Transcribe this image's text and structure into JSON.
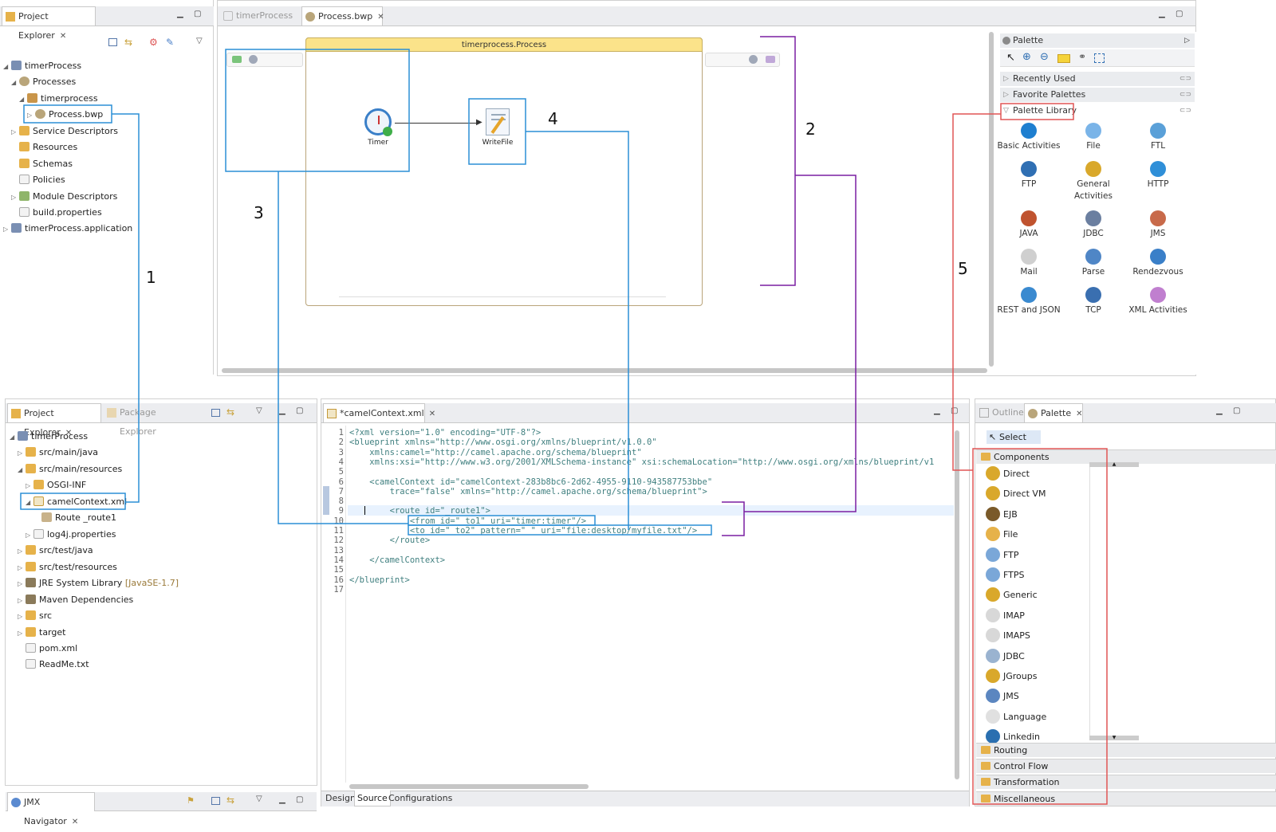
{
  "top_left": {
    "tab_title": "Project Explorer",
    "tree": [
      {
        "label": "timerProcess"
      },
      {
        "label": "Processes"
      },
      {
        "label": "timerprocess"
      },
      {
        "label": "Process.bwp"
      },
      {
        "label": "Service Descriptors"
      },
      {
        "label": "Resources"
      },
      {
        "label": "Schemas"
      },
      {
        "label": "Policies"
      },
      {
        "label": "Module Descriptors"
      },
      {
        "label": "build.properties"
      },
      {
        "label": "timerProcess.application"
      }
    ]
  },
  "top_editor": {
    "tabs": [
      {
        "label": "timerProcess"
      },
      {
        "label": "Process.bwp"
      }
    ],
    "process_title": "timerprocess.Process",
    "activities": [
      {
        "label": "Timer"
      },
      {
        "label": "WriteFile"
      }
    ]
  },
  "top_palette": {
    "title": "Palette",
    "drawers": [
      {
        "label": "Recently Used"
      },
      {
        "label": "Favorite Palettes"
      },
      {
        "label": "Palette Library"
      }
    ],
    "items": [
      {
        "label": "Basic Activities",
        "color": "#1e7fd0"
      },
      {
        "label": "File",
        "color": "#7ab4e8"
      },
      {
        "label": "FTL",
        "color": "#5aa0d8"
      },
      {
        "label": "FTP",
        "color": "#2f6fb3"
      },
      {
        "label": "General Activities",
        "color": "#d9a82b"
      },
      {
        "label": "HTTP",
        "color": "#2f8fd8"
      },
      {
        "label": "JAVA",
        "color": "#c0532f"
      },
      {
        "label": "JDBC",
        "color": "#6b7fa0"
      },
      {
        "label": "JMS",
        "color": "#c86a4a"
      },
      {
        "label": "Mail",
        "color": "#cfcfcf"
      },
      {
        "label": "Parse",
        "color": "#4f86c6"
      },
      {
        "label": "Rendezvous",
        "color": "#3a7fc8"
      },
      {
        "label": "REST and JSON",
        "color": "#3a8ad0"
      },
      {
        "label": "TCP",
        "color": "#3a6fb0"
      },
      {
        "label": "XML Activities",
        "color": "#c07fcf"
      }
    ]
  },
  "callouts": [
    "1",
    "2",
    "3",
    "4",
    "5"
  ],
  "bottom_left": {
    "tabs": [
      {
        "label": "Project Explorer"
      },
      {
        "label": "Package Explorer"
      }
    ],
    "tree": [
      {
        "label": "timerProcess"
      },
      {
        "label": "src/main/java"
      },
      {
        "label": "src/main/resources"
      },
      {
        "label": "OSGI-INF"
      },
      {
        "label": "camelContext.xml"
      },
      {
        "label": "Route _route1"
      },
      {
        "label": "log4j.properties"
      },
      {
        "label": "src/test/java"
      },
      {
        "label": "src/test/resources"
      },
      {
        "label": "JRE System Library",
        "suffix": "[JavaSE-1.7]"
      },
      {
        "label": "Maven Dependencies"
      },
      {
        "label": "src"
      },
      {
        "label": "target"
      },
      {
        "label": "pom.xml"
      },
      {
        "label": "ReadMe.txt"
      }
    ],
    "jmx_tab": "JMX Navigator"
  },
  "bottom_editor": {
    "tab": "*camelContext.xml",
    "line_numbers": [
      "1",
      "2",
      "3",
      "4",
      "5",
      "6",
      "7",
      "8",
      "9",
      "10",
      "11",
      "12",
      "13",
      "14",
      "15",
      "16",
      "17"
    ],
    "lines": [
      "<?xml version=\"1.0\" encoding=\"UTF-8\"?>",
      "<blueprint xmlns=\"http://www.osgi.org/xmlns/blueprint/v1.0.0\"",
      "    xmlns:camel=\"http://camel.apache.org/schema/blueprint\"",
      "    xmlns:xsi=\"http://www.w3.org/2001/XMLSchema-instance\" xsi:schemaLocation=\"http://www.osgi.org/xmlns/blueprint/v1",
      "",
      "    <camelContext id=\"camelContext-283b8bc6-2d62-4955-9110-943587753bbe\"",
      "        trace=\"false\" xmlns=\"http://camel.apache.org/schema/blueprint\">",
      "",
      "        <route id=\"_route1\">",
      "            <from id=\"_to1\" uri=\"timer:timer\"/>",
      "            <to id=\"_to2\" pattern=\" \" uri=\"file:desktop/myfile.txt\"/>",
      "        </route>",
      "",
      "    </camelContext>",
      "",
      "</blueprint>",
      ""
    ],
    "bottom_tabs": [
      {
        "label": "Design"
      },
      {
        "label": "Source"
      },
      {
        "label": "Configurations"
      }
    ]
  },
  "bottom_right": {
    "tabs": [
      {
        "label": "Outline"
      },
      {
        "label": "Palette"
      }
    ],
    "select_label": "Select",
    "components_label": "Components",
    "components": [
      {
        "label": "Direct",
        "color": "#d9a82b"
      },
      {
        "label": "Direct VM",
        "color": "#d9a82b"
      },
      {
        "label": "EJB",
        "color": "#7a5a2a"
      },
      {
        "label": "File",
        "color": "#e6b24a"
      },
      {
        "label": "FTP",
        "color": "#7aa7d8"
      },
      {
        "label": "FTPS",
        "color": "#7aa7d8"
      },
      {
        "label": "Generic",
        "color": "#d9a82b"
      },
      {
        "label": "IMAP",
        "color": "#d8d8d8"
      },
      {
        "label": "IMAPS",
        "color": "#d8d8d8"
      },
      {
        "label": "JDBC",
        "color": "#9ab3d0"
      },
      {
        "label": "JGroups",
        "color": "#d9a82b"
      },
      {
        "label": "JMS",
        "color": "#5b86c0"
      },
      {
        "label": "Language",
        "color": "#e0e0e0"
      },
      {
        "label": "Linkedin",
        "color": "#2a6fb0"
      }
    ],
    "drawers": [
      {
        "label": "Routing"
      },
      {
        "label": "Control Flow"
      },
      {
        "label": "Transformation"
      },
      {
        "label": "Miscellaneous"
      }
    ]
  }
}
